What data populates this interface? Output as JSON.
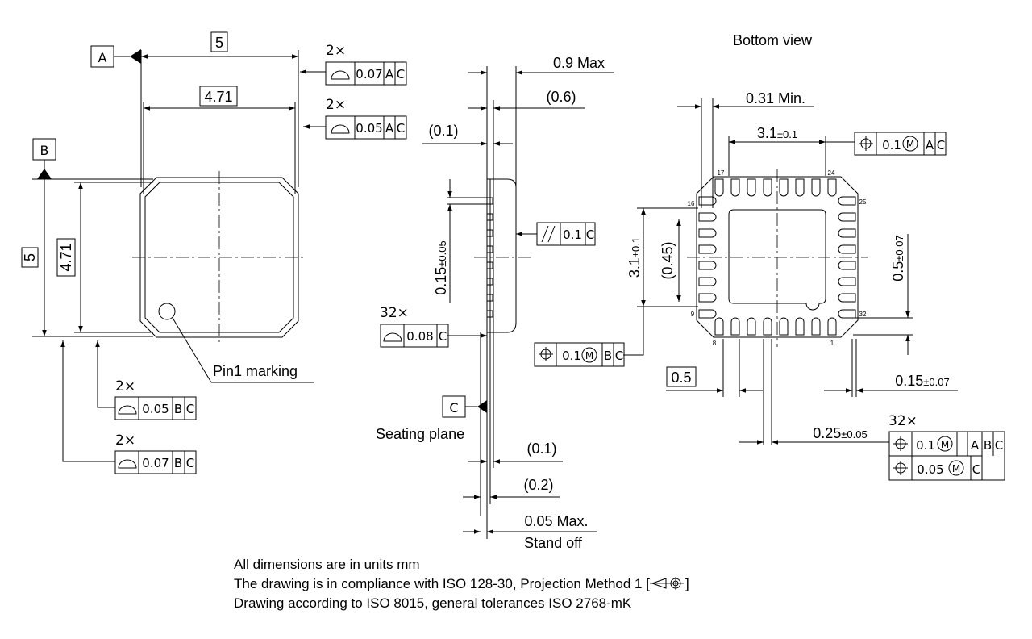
{
  "title": "Bottom view",
  "datums": {
    "a": "A",
    "b": "B",
    "c": "C"
  },
  "top_view": {
    "width_basic": "5",
    "width_inner": "4.71",
    "height_basic": "5",
    "height_inner": "4.71",
    "pin1_label": "Pin1 marking",
    "frames": [
      {
        "mult": "2×",
        "value": "0.07",
        "refs": [
          "A",
          "C"
        ]
      },
      {
        "mult": "2×",
        "value": "0.05",
        "refs": [
          "A",
          "C"
        ]
      },
      {
        "mult": "2×",
        "value": "0.05",
        "refs": [
          "B",
          "C"
        ]
      },
      {
        "mult": "2×",
        "value": "0.07",
        "refs": [
          "B",
          "C"
        ]
      }
    ]
  },
  "side_view": {
    "max_height": "0.9 Max",
    "body_height": "(0.6)",
    "lead_gap": "(0.1)",
    "pad_pitch": "0.15",
    "pad_pitch_tol": "±0.05",
    "parallel": {
      "value": "0.1",
      "ref": "C"
    },
    "profile": {
      "mult": "32×",
      "value": "0.08",
      "ref": "C"
    },
    "seating_plane": "Seating plane",
    "dim_01": "(0.1)",
    "dim_02": "(0.2)",
    "standoff": "0.05 Max.",
    "standoff_label": "Stand off",
    "position": {
      "value": "0.1",
      "refs": [
        "B",
        "C"
      ]
    }
  },
  "bottom_view": {
    "min_len": "0.31 Min.",
    "pad_span": "3.1",
    "pad_span_tol": "±0.1",
    "pad_span_v": "3.1",
    "pad_span_v_tol": "±0.1",
    "inner": "(0.45)",
    "pad_width": "0.5",
    "pad_width_tol": "±0.07",
    "pitch": "0.5",
    "pad_gap": "0.15",
    "pad_gap_tol": "±0.07",
    "lead_w": "0.25",
    "lead_w_tol": "±0.05",
    "position_top": {
      "value": "0.1",
      "refs": [
        "A",
        "C"
      ]
    },
    "mult": "32×",
    "position_a": {
      "value": "0.1",
      "refs": [
        "A",
        "B",
        "C"
      ]
    },
    "position_b": {
      "value": "0.05",
      "refs": [
        "C"
      ]
    },
    "pins": {
      "p1": "1",
      "p8": "8",
      "p9": "9",
      "p16": "16",
      "p17": "17",
      "p24": "24",
      "p25": "25",
      "p32": "32"
    }
  },
  "notes": [
    "All dimensions are in units mm",
    "The drawing is in compliance with ISO 128-30, Projection Method 1 [",
    "]",
    "Drawing according to ISO 8015, general tolerances ISO 2768-mK"
  ]
}
